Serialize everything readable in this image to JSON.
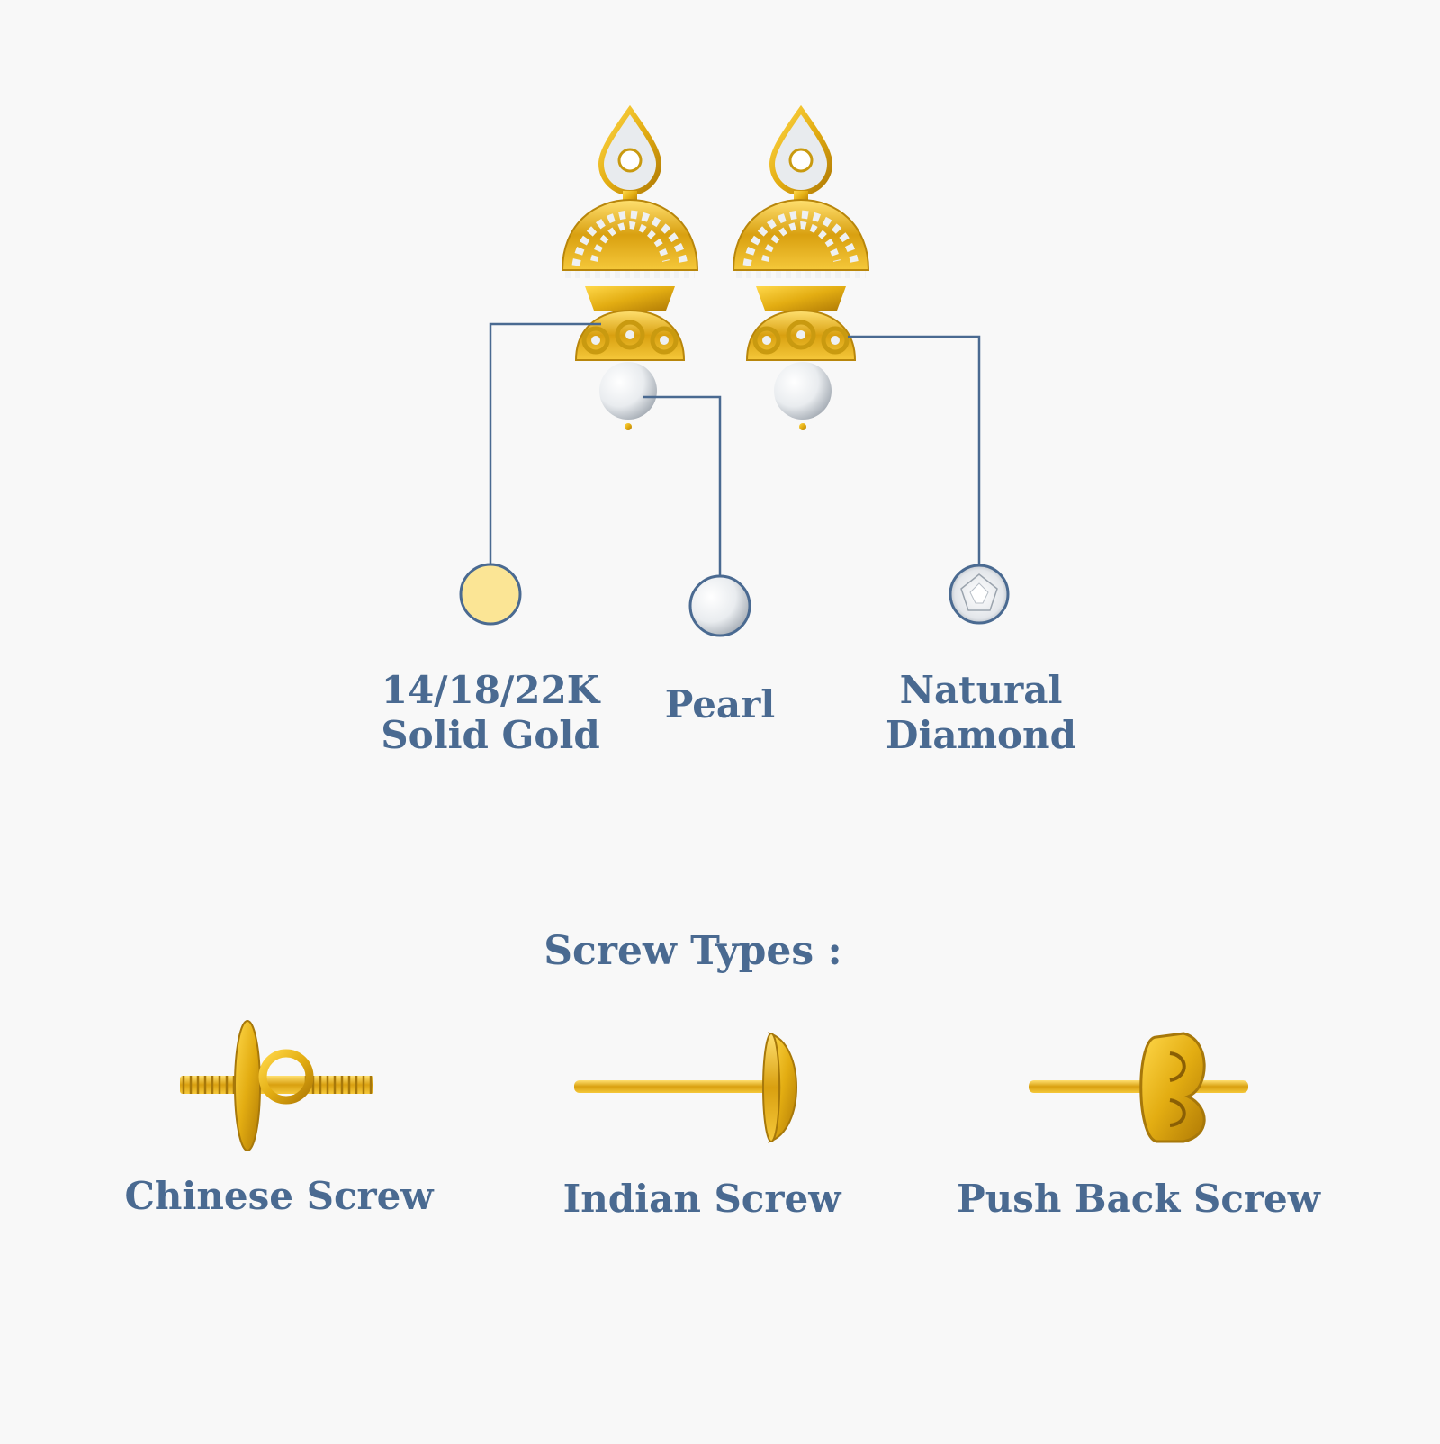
{
  "materials": {
    "gold": {
      "line1": "14/18/22K",
      "line2": "Solid Gold",
      "swatch": "#fbe595"
    },
    "pearl": {
      "label": "Pearl"
    },
    "diamond": {
      "line1": "Natural",
      "line2": "Diamond"
    }
  },
  "screw_types": {
    "title": "Screw Types :",
    "items": [
      {
        "label": "Chinese Screw"
      },
      {
        "label": "Indian Screw"
      },
      {
        "label": "Push Back Screw"
      }
    ]
  },
  "colors": {
    "text": "#4a6a91",
    "leader_line": "#4a6a91",
    "gold": "#e6b419",
    "gold_dark": "#b8860b",
    "background": "#f8f8f8"
  }
}
